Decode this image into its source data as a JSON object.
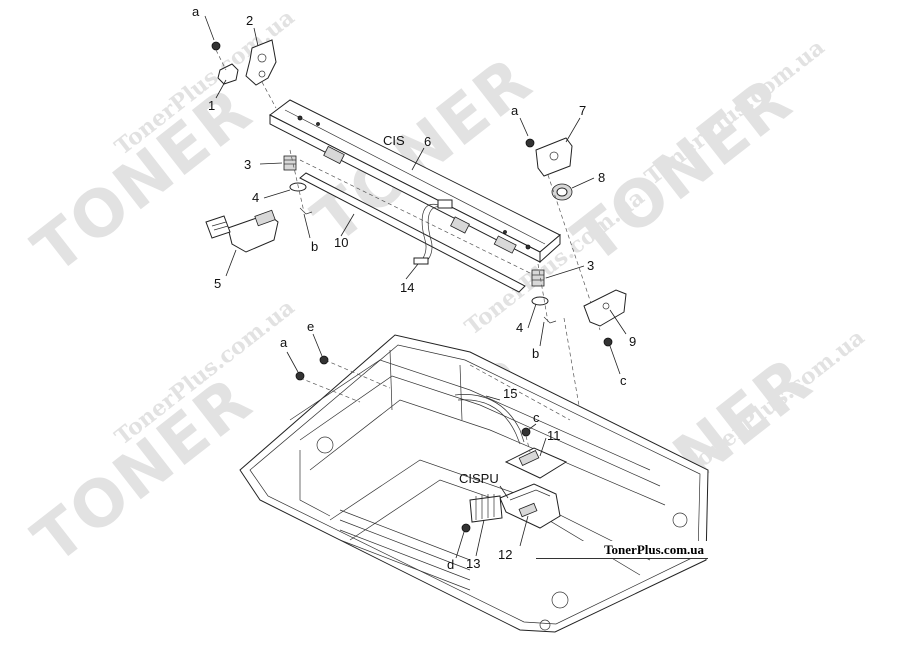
{
  "watermark": {
    "brand": "TONER",
    "site": "TonerPlus.com.ua"
  },
  "caption": "TonerPlus.com.ua",
  "callouts": [
    {
      "id": "a-top",
      "text": "a"
    },
    {
      "id": "2",
      "text": "2"
    },
    {
      "id": "1",
      "text": "1"
    },
    {
      "id": "cis",
      "text": "CIS"
    },
    {
      "id": "6",
      "text": "6"
    },
    {
      "id": "3-left",
      "text": "3"
    },
    {
      "id": "4-left",
      "text": "4"
    },
    {
      "id": "b-left",
      "text": "b"
    },
    {
      "id": "10",
      "text": "10"
    },
    {
      "id": "5",
      "text": "5"
    },
    {
      "id": "14",
      "text": "14"
    },
    {
      "id": "a-right",
      "text": "a"
    },
    {
      "id": "7",
      "text": "7"
    },
    {
      "id": "8",
      "text": "8"
    },
    {
      "id": "3-right",
      "text": "3"
    },
    {
      "id": "4-right",
      "text": "4"
    },
    {
      "id": "b-right",
      "text": "b"
    },
    {
      "id": "9",
      "text": "9"
    },
    {
      "id": "c-right",
      "text": "c"
    },
    {
      "id": "a-mid",
      "text": "a"
    },
    {
      "id": "e",
      "text": "e"
    },
    {
      "id": "15",
      "text": "15"
    },
    {
      "id": "c-mid",
      "text": "c"
    },
    {
      "id": "11",
      "text": "11"
    },
    {
      "id": "cispu",
      "text": "CISPU"
    },
    {
      "id": "12",
      "text": "12"
    },
    {
      "id": "13",
      "text": "13"
    },
    {
      "id": "d",
      "text": "d"
    }
  ]
}
